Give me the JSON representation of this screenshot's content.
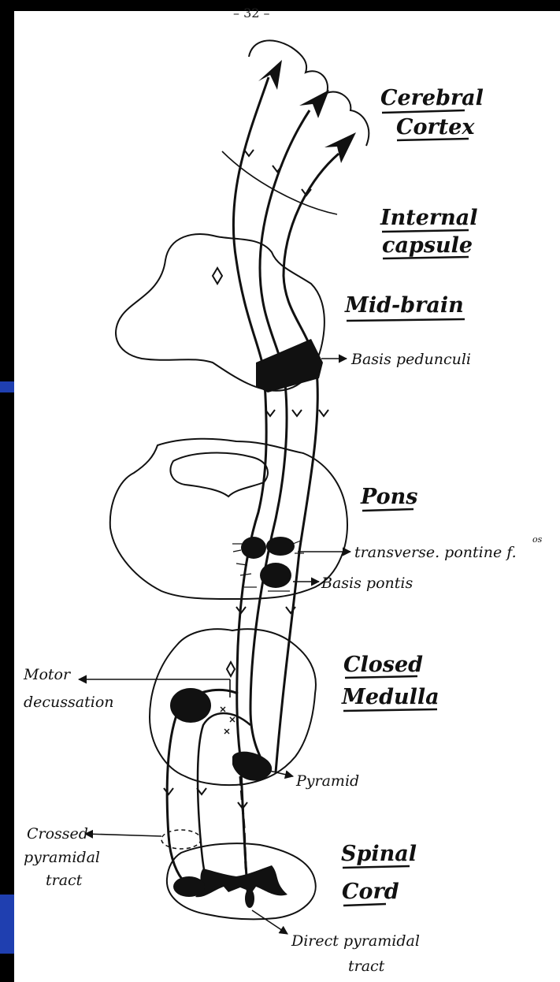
{
  "page_number": "– 32 –",
  "headings": {
    "cerebral": "Cerebral",
    "cortex": "Cortex",
    "internal": "Internal",
    "capsule": "capsule",
    "midbrain": "Mid-brain",
    "pons": "Pons",
    "closed": "Closed",
    "medulla": "Medulla",
    "spinal": "Spinal",
    "cord": "Cord"
  },
  "labels": {
    "basis_pedunculi": "Basis pedunculi",
    "transverse_pontine": "transverse. pontine f.",
    "transverse_pontine_sup": "os",
    "basis_pontis": "Basis pontis",
    "motor": "Motor",
    "decussation": "decussation",
    "pyramid": "Pyramid",
    "crossed": "Crossed",
    "pyramidal": "pyramidal",
    "tract": "tract",
    "direct_pyramidal": "Direct pyramidal",
    "direct_tract": "tract"
  },
  "colors": {
    "ink": "#111111",
    "paper": "#ffffff",
    "frame": "#000000",
    "accent_blue": "#1f3fb0"
  }
}
